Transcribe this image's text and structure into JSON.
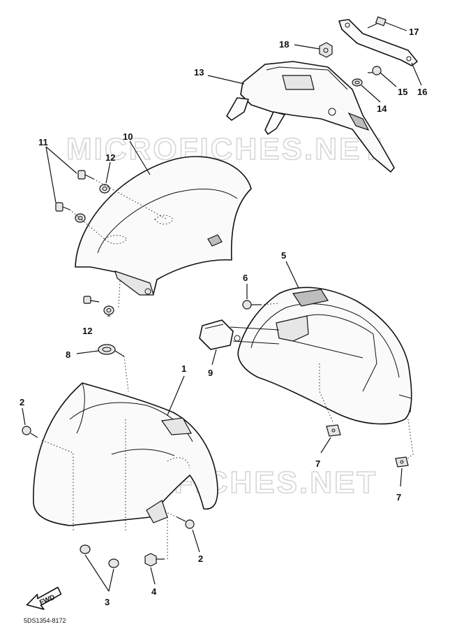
{
  "watermark": "MICROFICHES.NET",
  "fwd_label": "FWD",
  "diagram_code": "5DS1354-8172",
  "callouts": {
    "n1": "1",
    "n2a": "2",
    "n2b": "2",
    "n3": "3",
    "n4": "4",
    "n5": "5",
    "n6": "6",
    "n7a": "7",
    "n7b": "7",
    "n8": "8",
    "n9": "9",
    "n10": "10",
    "n11": "11",
    "n12a": "12",
    "n12b": "12",
    "n13": "13",
    "n14": "14",
    "n15": "15",
    "n16": "16",
    "n17": "17",
    "n18": "18"
  }
}
